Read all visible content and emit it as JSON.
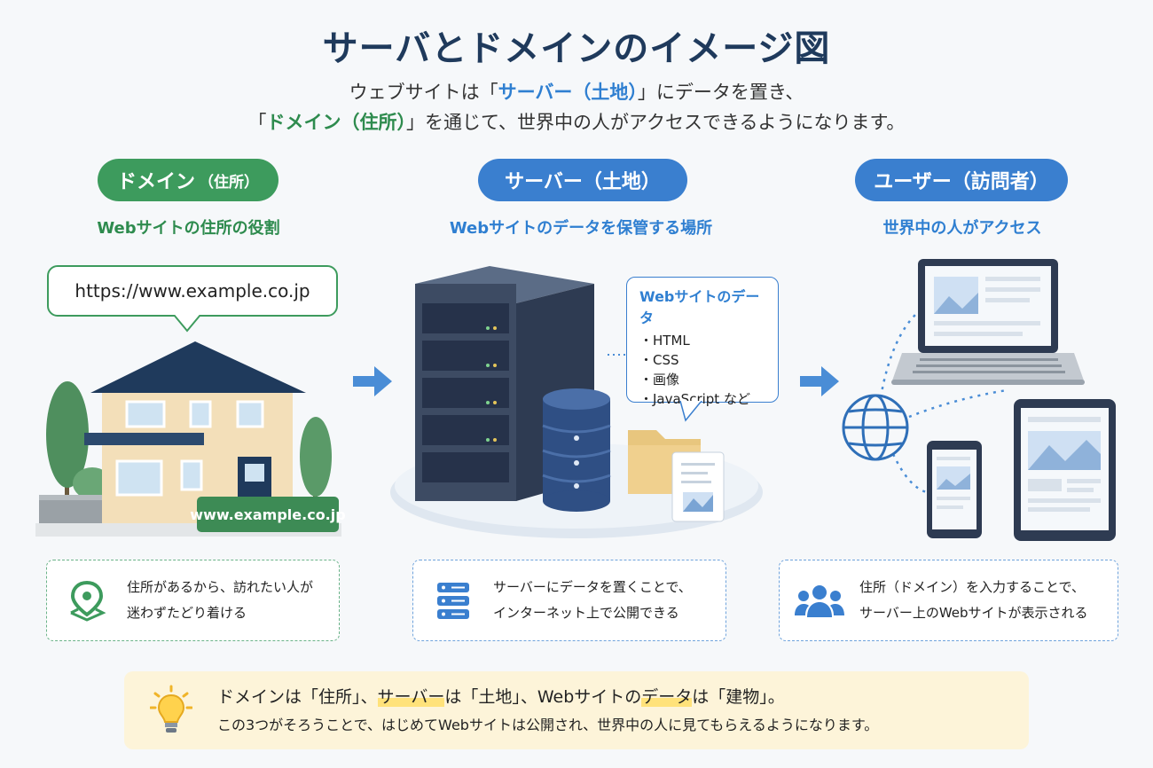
{
  "title": "サーバとドメインのイメージ図",
  "intro": {
    "line1_pre": "ウェブサイトは「",
    "line1_hl": "サーバー（土地）",
    "line1_post": "」にデータを置き、",
    "line2_pre": "「",
    "line2_hl": "ドメイン（住所）",
    "line2_post": "」を通じて、世界中の人がアクセスできるようになります。"
  },
  "columns": {
    "domain": {
      "pill_main": "ドメイン",
      "pill_sub": "（住所）",
      "subtitle": "Webサイトの住所の役割",
      "url_bubble": "https://www.example.co.jp",
      "sign": "www.example.co.jp",
      "card_line1": "住所があるから、訪れたい人が",
      "card_line2": "迷わずたどり着ける"
    },
    "server": {
      "pill": "サーバー（土地）",
      "subtitle": "Webサイトのデータを保管する場所",
      "data_title": "Webサイトのデータ",
      "data_items": [
        "・HTML",
        "・CSS",
        "・画像",
        "・JavaScript など"
      ],
      "card_line1": "サーバーにデータを置くことで、",
      "card_line2": "インターネット上で公開できる"
    },
    "user": {
      "pill": "ユーザー（訪問者）",
      "subtitle": "世界中の人がアクセス",
      "card_line1": "住所（ドメイン）を入力することで、",
      "card_line2": "サーバー上のWebサイトが表示される"
    }
  },
  "note": {
    "l1_a": "ドメインは「住所」、",
    "l1_b": "サーバー",
    "l1_c": "は「土地」、Webサイトの",
    "l1_d": "データ",
    "l1_e": "は「建物」。",
    "l2": "この3つがそろうことで、はじめてWebサイトは公開され、世界中の人に見てもらえるようになります。"
  },
  "colors": {
    "green": "#3d9b5d",
    "blue": "#3a7fcf",
    "navy": "#1f3a5c",
    "note_bg": "#fdf4d9"
  },
  "icons": [
    "map-pin-icon",
    "server-list-icon",
    "users-icon",
    "lightbulb-icon",
    "globe-icon",
    "arrow-right-icon"
  ]
}
